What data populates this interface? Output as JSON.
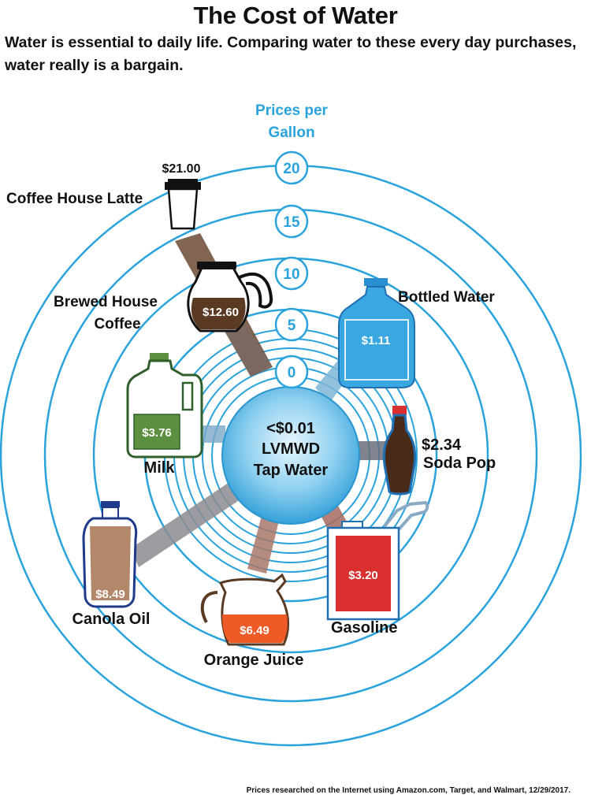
{
  "title": "The Cost of Water",
  "subtitle": "Water is essential to daily life.  Comparing water to these every day purchases, water really is a bargain.",
  "footnote": "Prices researched on the Internet using Amazon.com, Target, and Walmart, 12/29/2017.",
  "colors": {
    "ring": "#2aa3dc",
    "tap_water": "#4fb3e6",
    "coffee": "#5a3a22",
    "bottled_water": "#3aa8e0",
    "soda": "#4a2a18",
    "gasoline": "#d92f2f",
    "orange_juice": "#ef5a26",
    "canola_oil": "#b3876a",
    "milk": "#5c8f3f"
  },
  "chart_data": {
    "type": "radial",
    "axis_label": "Prices per Gallon",
    "ring_ticks": [
      "0",
      "5",
      "10",
      "15",
      "20"
    ],
    "center": {
      "price_label": "<$0.01",
      "name_line1": "LVMWD",
      "name_line2": "Tap Water",
      "value": 0.01
    },
    "items": [
      {
        "key": "latte",
        "name": "Coffee House Latte",
        "price_label": "$21.00",
        "value": 21.0,
        "icon": "coffee-cup-icon"
      },
      {
        "key": "brewed",
        "name_line1": "Brewed House",
        "name_line2": "Coffee",
        "price_label": "$12.60",
        "value": 12.6,
        "icon": "coffee-pot-icon"
      },
      {
        "key": "bottled",
        "name": "Bottled Water",
        "price_label": "$1.11",
        "value": 1.11,
        "icon": "water-jug-icon"
      },
      {
        "key": "soda",
        "name": "Soda Pop",
        "price_label": "$2.34",
        "value": 2.34,
        "icon": "soda-bottle-icon"
      },
      {
        "key": "gasoline",
        "name": "Gasoline",
        "price_label": "$3.20",
        "value": 3.2,
        "icon": "gas-can-icon"
      },
      {
        "key": "oj",
        "name": "Orange Juice",
        "price_label": "$6.49",
        "value": 6.49,
        "icon": "juice-pitcher-icon"
      },
      {
        "key": "canola",
        "name": "Canola Oil",
        "price_label": "$8.49",
        "value": 8.49,
        "icon": "oil-bottle-icon"
      },
      {
        "key": "milk",
        "name": "Milk",
        "price_label": "$3.76",
        "value": 3.76,
        "icon": "milk-jug-icon"
      }
    ]
  }
}
